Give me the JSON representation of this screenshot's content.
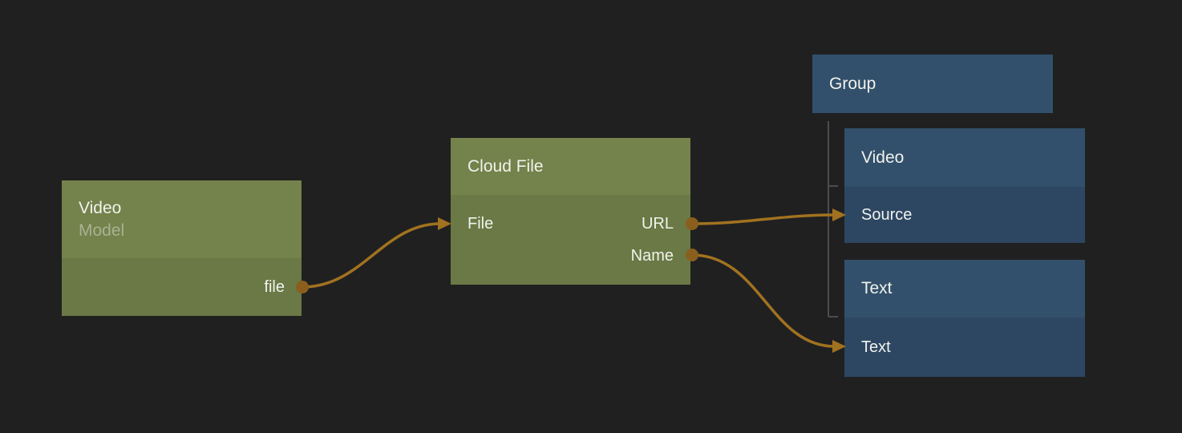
{
  "canvas": {
    "background": "#202021"
  },
  "colors": {
    "canvas_bg": "#202021",
    "green_header": "#74824b",
    "green_body": "#6a7945",
    "blue_header": "#32506b",
    "blue_body": "#2d4763",
    "wire": "#a1721f",
    "port": "#8a5f1d",
    "tree_line": "#4a4c4e",
    "text_primary": "#f1f2ed",
    "text_muted": "#a9b192"
  },
  "nodes": {
    "video_model": {
      "title": "Video",
      "subtitle": "Model",
      "outputs": [
        {
          "label": "file"
        }
      ]
    },
    "cloud_file": {
      "title": "Cloud File",
      "inputs": [
        {
          "label": "File"
        }
      ],
      "outputs": [
        {
          "label": "URL"
        },
        {
          "label": "Name"
        }
      ]
    },
    "group": {
      "title": "Group"
    },
    "video": {
      "title": "Video",
      "inputs": [
        {
          "label": "Source"
        }
      ]
    },
    "text": {
      "title": "Text",
      "inputs": [
        {
          "label": "Text"
        }
      ]
    }
  },
  "connections": [
    {
      "from": "Video.file",
      "to": "Cloud File.File"
    },
    {
      "from": "Cloud File.URL",
      "to": "Video.Source"
    },
    {
      "from": "Cloud File.Name",
      "to": "Text.Text"
    }
  ]
}
